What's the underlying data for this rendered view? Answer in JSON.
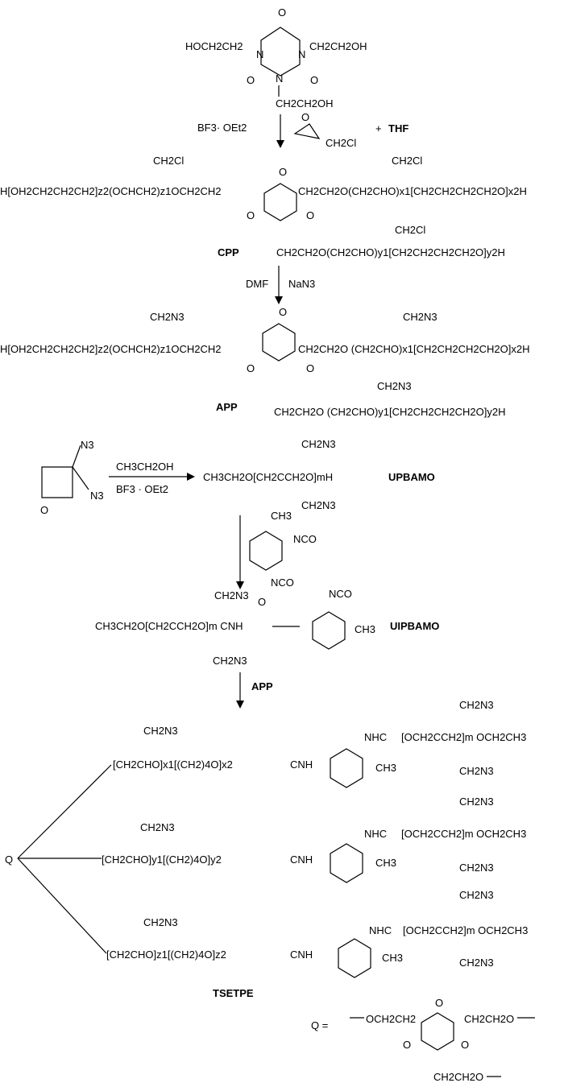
{
  "scheme": {
    "start_material": {
      "left_arm": "HOCH2CH2",
      "right_arm": "CH2CH2OH",
      "bottom_arm": "CH2CH2OH"
    },
    "step1": {
      "catalyst": "BF3· OEt2",
      "reagent_epoxide": "CH2Cl",
      "plus": "+",
      "co_monomer": "THF"
    },
    "cpp": {
      "label": "CPP",
      "left_chain": "H[OH2CH2CH2CH2]z2(OCHCH2)z1OCH2CH2",
      "left_pendant": "CH2Cl",
      "right_chain": "CH2CH2O(CH2CHO)x1[CH2CH2CH2CH2O]x2H",
      "right_pendant": "CH2Cl",
      "bottom_chain": "CH2CH2O(CH2CHO)y1[CH2CH2CH2CH2O]y2H",
      "bottom_pendant": "CH2Cl"
    },
    "step2": {
      "solvent": "DMF",
      "reagent": "NaN3"
    },
    "app": {
      "label": "APP",
      "left_chain": "H[OH2CH2CH2CH2]z2(OCHCH2)z1OCH2CH2",
      "left_pendant": "CH2N3",
      "right_chain": "CH2CH2O (CH2CHO)x1[CH2CH2CH2CH2O]x2H",
      "right_pendant": "CH2N3",
      "bottom_chain": "CH2CH2O (CH2CHO)y1[CH2CH2CH2CH2O]y2H",
      "bottom_pendant": "CH2N3"
    },
    "step3": {
      "reagent1": "CH3CH2OH",
      "reagent2": "BF3 · OEt2",
      "n3_top": "N3",
      "n3_bottom": "N3",
      "ring_o": "O"
    },
    "upbamo": {
      "label": "UPBAMO",
      "chain": "CH3CH2O[CH2CCH2O]mH",
      "top": "CH2N3",
      "bottom": "CH2N3"
    },
    "tdi": {
      "me": "CH3",
      "nco1": "NCO",
      "nco2": "NCO"
    },
    "uipbamo": {
      "label": "UIPBAMO",
      "chain": "CH3CH2O[CH2CCH2O]m CNH",
      "top": "CH2N3",
      "bottom": "CH2N3",
      "carbonyl": "O",
      "nco": "NCO",
      "me": "CH3"
    },
    "step4": {
      "reagent": "APP"
    },
    "tsetpe": {
      "label": "TSETPE",
      "core": "Q",
      "arms": [
        {
          "pendant": "CH2N3",
          "seg": "[CH2CHO]x1[(CH2)4O]x2",
          "cnh": "CNH",
          "nhc": "NHC",
          "pb_top": "CH2N3",
          "pb": "[OCH2CCH2]m OCH2CH3",
          "pb_bottom": "CH2N3",
          "me": "CH3"
        },
        {
          "pendant": "CH2N3",
          "seg": "[CH2CHO]y1[(CH2)4O]y2",
          "cnh": "CNH",
          "nhc": "NHC",
          "pb_top": "CH2N3",
          "pb": "[OCH2CCH2]m OCH2CH3",
          "pb_bottom": "CH2N3",
          "me": "CH3"
        },
        {
          "pendant": "CH2N3",
          "seg": "[CH2CHO]z1[(CH2)4O]z2",
          "cnh": "CNH",
          "nhc": "NHC",
          "pb_top": "CH2N3",
          "pb": "[OCH2CCH2]m OCH2CH3",
          "pb_bottom": "CH2N3",
          "me": "CH3"
        }
      ]
    },
    "q_definition": {
      "label": "Q =",
      "left": "OCH2CH2",
      "right": "CH2CH2O",
      "bottom": "CH2CH2O"
    }
  }
}
